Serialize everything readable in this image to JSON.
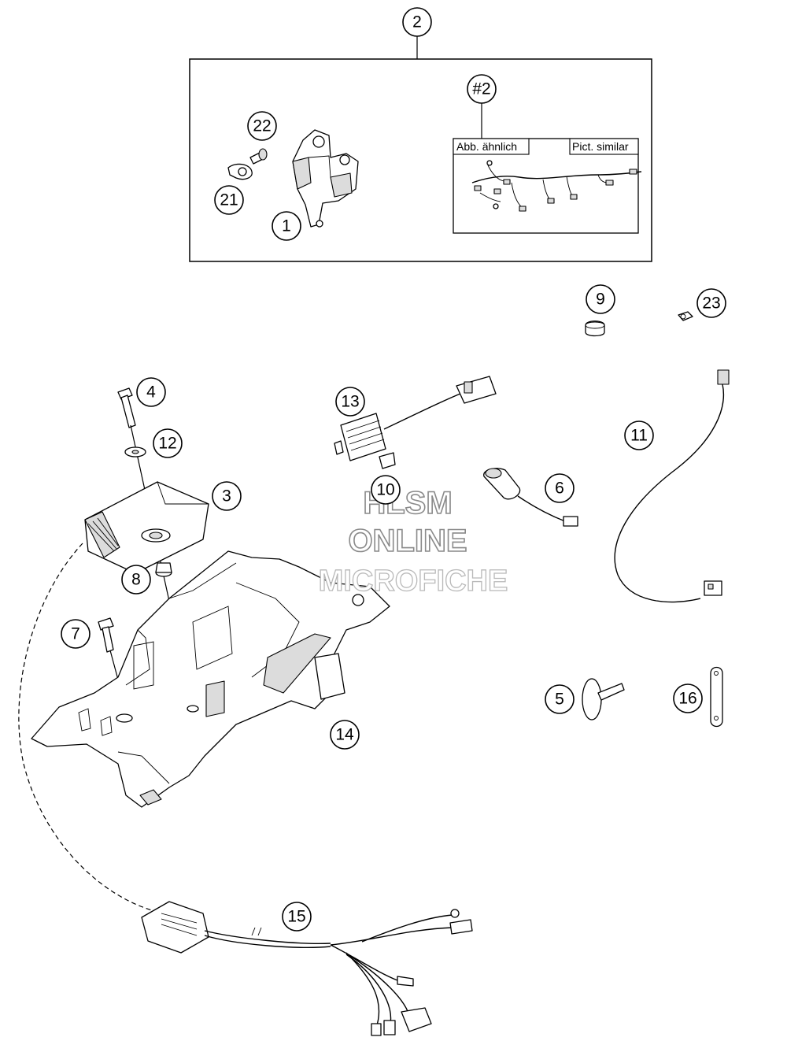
{
  "diagram": {
    "kit_box_labels": {
      "left": "Abb. ähnlich",
      "right": "Pict. similar"
    },
    "callouts": [
      {
        "id": "c2",
        "label": "2"
      },
      {
        "id": "c22",
        "label": "22"
      },
      {
        "id": "c21",
        "label": "21"
      },
      {
        "id": "c1",
        "label": "1"
      },
      {
        "id": "c2b",
        "label": "#2"
      },
      {
        "id": "c9",
        "label": "9"
      },
      {
        "id": "c23",
        "label": "23"
      },
      {
        "id": "c4",
        "label": "4"
      },
      {
        "id": "c12",
        "label": "12"
      },
      {
        "id": "c3",
        "label": "3"
      },
      {
        "id": "c13",
        "label": "13"
      },
      {
        "id": "c10",
        "label": "10"
      },
      {
        "id": "c6",
        "label": "6"
      },
      {
        "id": "c11",
        "label": "11"
      },
      {
        "id": "c8",
        "label": "8"
      },
      {
        "id": "c7",
        "label": "7"
      },
      {
        "id": "c14",
        "label": "14"
      },
      {
        "id": "c5",
        "label": "5"
      },
      {
        "id": "c16",
        "label": "16"
      },
      {
        "id": "c15",
        "label": "15"
      }
    ]
  },
  "watermark": {
    "line1": "HLSM",
    "line2": "ONLINE",
    "line3": "MICROFICHE"
  }
}
